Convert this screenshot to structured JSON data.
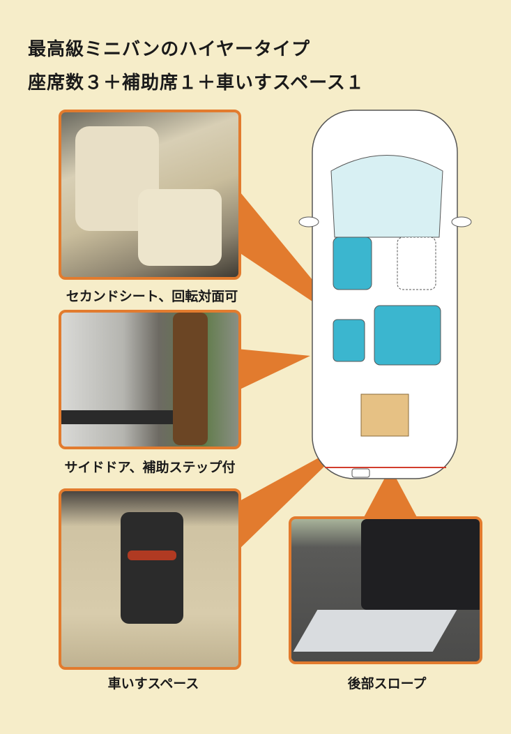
{
  "header": {
    "title": "最高級ミニバンのハイヤータイプ",
    "subtitle": "座席数３＋補助席１＋車いすスペース１"
  },
  "photos": [
    {
      "caption": "セカンドシート、回転対面可"
    },
    {
      "caption": "サイドドア、補助ステップ付"
    },
    {
      "caption": "車いすスペース"
    },
    {
      "caption": "後部スロープ"
    }
  ],
  "colors": {
    "accent": "#e27b2e",
    "background": "#f6edc9",
    "seat": "#3bb6cf"
  }
}
